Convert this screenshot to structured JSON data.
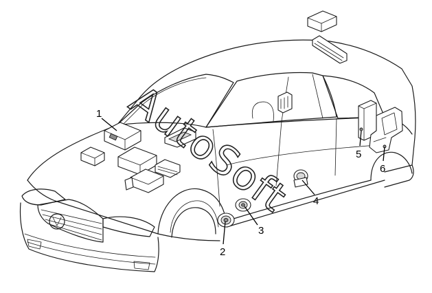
{
  "watermark": {
    "text": "AutoSoft"
  },
  "callouts": [
    {
      "number": "1"
    },
    {
      "number": "2"
    },
    {
      "number": "3"
    },
    {
      "number": "4"
    },
    {
      "number": "5"
    },
    {
      "number": "6"
    }
  ],
  "colors": {
    "line": "#1a1a1a",
    "fill": "#ffffff",
    "shade": "#d9d9d9"
  }
}
